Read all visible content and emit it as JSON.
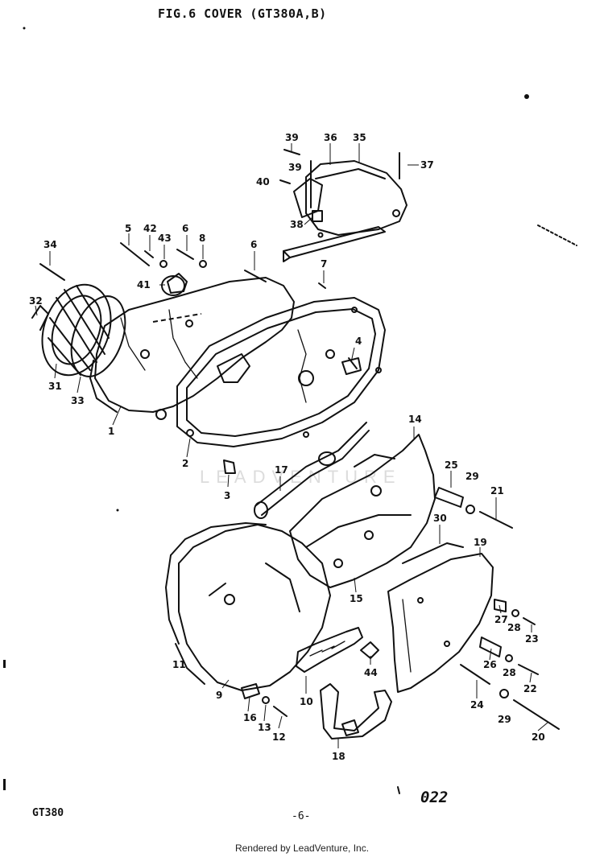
{
  "header": {
    "title": "FIG.6  COVER (GT380A,B)"
  },
  "footer": {
    "model": "GT380",
    "page": "-6-",
    "code": "022",
    "rendered_by": "Rendered by LeadVenture, Inc.",
    "watermark": "LEADVENTURE"
  },
  "callouts": [
    "1",
    "2",
    "3",
    "4",
    "5",
    "6",
    "6",
    "7",
    "8",
    "9",
    "10",
    "11",
    "12",
    "13",
    "14",
    "15",
    "16",
    "17",
    "18",
    "19",
    "20",
    "21",
    "22",
    "23",
    "24",
    "25",
    "26",
    "27",
    "28",
    "28",
    "29",
    "29",
    "30",
    "31",
    "32",
    "33",
    "34",
    "35",
    "36",
    "37",
    "38",
    "39",
    "39",
    "40",
    "41",
    "42",
    "43",
    "44"
  ]
}
